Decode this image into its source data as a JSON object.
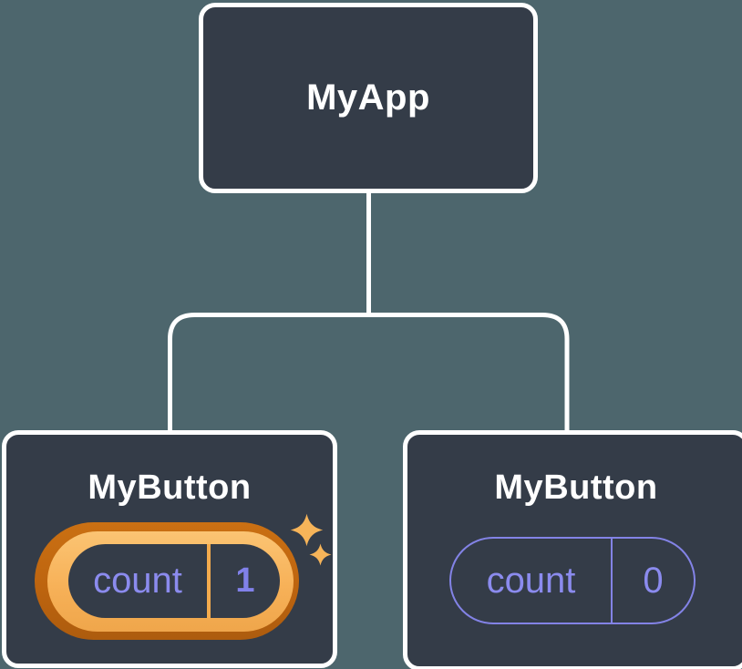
{
  "nodes": {
    "root": {
      "label": "MyApp"
    },
    "left_child": {
      "label": "MyButton",
      "state": {
        "key": "count",
        "value": "1"
      },
      "highlighted": true
    },
    "right_child": {
      "label": "MyButton",
      "state": {
        "key": "count",
        "value": "0"
      },
      "highlighted": false
    }
  },
  "icons": {
    "sparkles": "sparkles-icon"
  },
  "colors": {
    "canvas_background": "#4d666d",
    "node_background": "#343c48",
    "node_border": "#ffffff",
    "connector_line": "#ffffff",
    "label_text": "#ffffff",
    "state_purple": "#8b8bee",
    "highlight_gold": "#f7b158",
    "highlight_orange_ring": "#bd640f",
    "sparkle_gold": "#f6b459"
  }
}
